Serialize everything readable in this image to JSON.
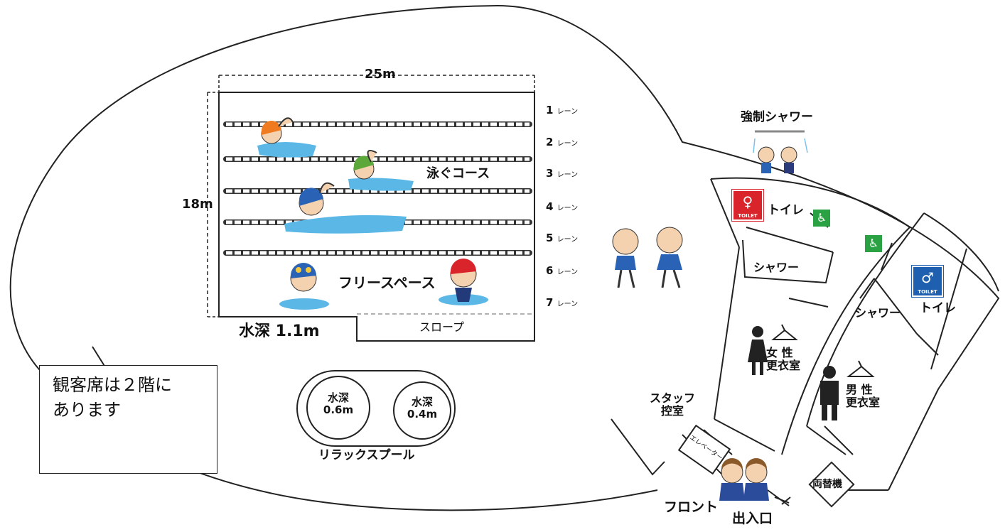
{
  "pool": {
    "width_label": "25m",
    "height_label": "18m",
    "depth_label": "水深 1.1m",
    "slope_label": "スロープ",
    "swim_course_label": "泳ぐコース",
    "free_space_label": "フリースペース",
    "lanes": [
      {
        "num": "1",
        "unit": "レーン"
      },
      {
        "num": "2",
        "unit": "レーン"
      },
      {
        "num": "3",
        "unit": "レーン"
      },
      {
        "num": "4",
        "unit": "レーン"
      },
      {
        "num": "5",
        "unit": "レーン"
      },
      {
        "num": "6",
        "unit": "レーン"
      },
      {
        "num": "7",
        "unit": "レーン"
      }
    ]
  },
  "relax_pool": {
    "label": "リラックスプール",
    "deep_label_1": "水深",
    "deep_value_1": "0.6m",
    "deep_label_2": "水深",
    "deep_value_2": "0.4m"
  },
  "note": {
    "line1": "観客席は２階に",
    "line2": "あります"
  },
  "facilities": {
    "forced_shower": "強制シャワー",
    "toilet_left": "トイレ",
    "toilet_right": "トイレ",
    "toilet_sign_caption": "TOILET",
    "shower_left": "シャワー",
    "shower_right": "シャワー",
    "women_locker_line1": "女 性",
    "women_locker_line2": "更衣室",
    "men_locker_line1": "男 性",
    "men_locker_line2": "更衣室",
    "staff_room_line1": "スタッフ",
    "staff_room_line2": "控室",
    "elevator": "エレベーター",
    "front": "フロント",
    "entrance": "出入口",
    "changer": "両替機",
    "wheelchair_symbol": "♿"
  },
  "colors": {
    "water": "#5bb8e6",
    "lane_rope": "#ffffff",
    "toilet_women": "#d8242a",
    "toilet_men": "#1f5fb0",
    "accessible": "#2aa243"
  }
}
